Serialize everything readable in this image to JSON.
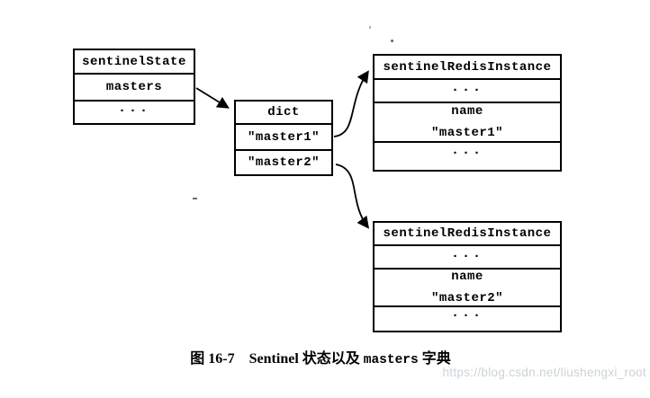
{
  "diagram": {
    "sentinel_state_box": {
      "title": "sentinelState",
      "row1": "masters",
      "row2": "..."
    },
    "dict_box": {
      "title": "dict",
      "row1": "\"master1\"",
      "row2": "\"master2\""
    },
    "instance1_box": {
      "title": "sentinelRedisInstance",
      "row1": "...",
      "name_label": "name",
      "name_value": "\"master1\"",
      "row3": "..."
    },
    "instance2_box": {
      "title": "sentinelRedisInstance",
      "row1": "...",
      "name_label": "name",
      "name_value": "\"master2\"",
      "row3": "..."
    }
  },
  "caption": {
    "figure_label": "图 16-7",
    "text_before": "Sentinel 状态以及 ",
    "code": "masters",
    "text_after": " 字典"
  },
  "watermark": {
    "text": "https://blog.csdn.net/liushengxi_root"
  },
  "colors": {
    "line": "#000000",
    "background": "#ffffff",
    "watermark_text": "#ccd3d7"
  }
}
